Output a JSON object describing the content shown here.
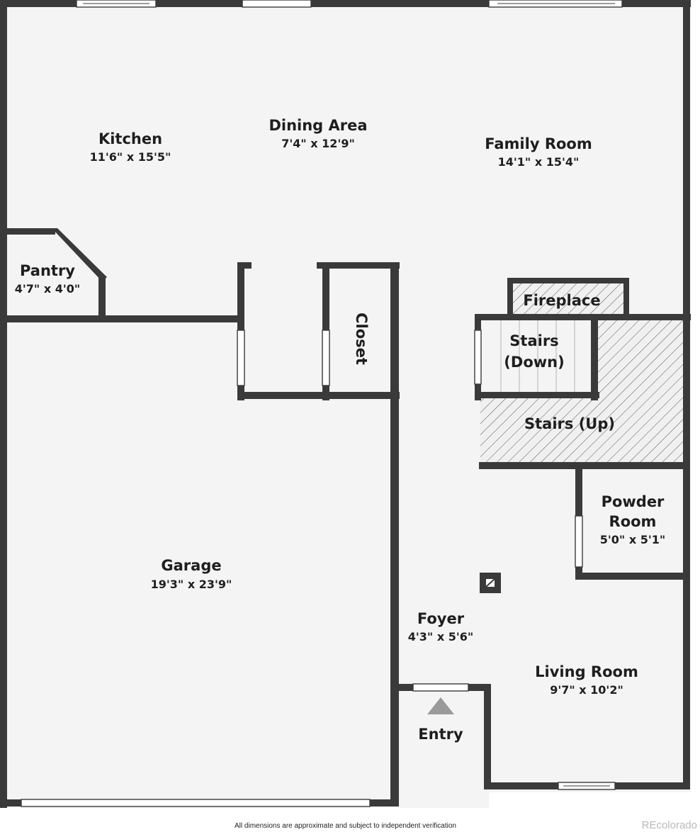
{
  "colors": {
    "wall": "#3a3a3a",
    "floor": "#f4f4f4",
    "hatch": "#555555",
    "text": "#1e1e1e"
  },
  "rooms": {
    "kitchen": {
      "name": "Kitchen",
      "dims": "11'6\" x 15'5\""
    },
    "dining": {
      "name": "Dining Area",
      "dims": "7'4\" x 12'9\""
    },
    "family": {
      "name": "Family Room",
      "dims": "14'1\" x 15'4\""
    },
    "pantry": {
      "name": "Pantry",
      "dims": "4'7\" x 4'0\""
    },
    "closet": {
      "name": "Closet"
    },
    "fireplace": {
      "name": "Fireplace"
    },
    "stairs_down": {
      "line1": "Stairs",
      "line2": "(Down)"
    },
    "stairs_up": {
      "name": "Stairs (Up)"
    },
    "powder": {
      "line1": "Powder",
      "line2": "Room",
      "dims": "5'0\" x 5'1\""
    },
    "garage": {
      "name": "Garage",
      "dims": "19'3\" x 23'9\""
    },
    "foyer": {
      "name": "Foyer",
      "dims": "4'3\" x 5'6\""
    },
    "living": {
      "name": "Living Room",
      "dims": "9'7\" x 10'2\""
    },
    "entry": {
      "name": "Entry"
    }
  },
  "footer": {
    "disclaimer": "All dimensions are approximate and subject to independent verification",
    "brand": "REcolorado"
  }
}
